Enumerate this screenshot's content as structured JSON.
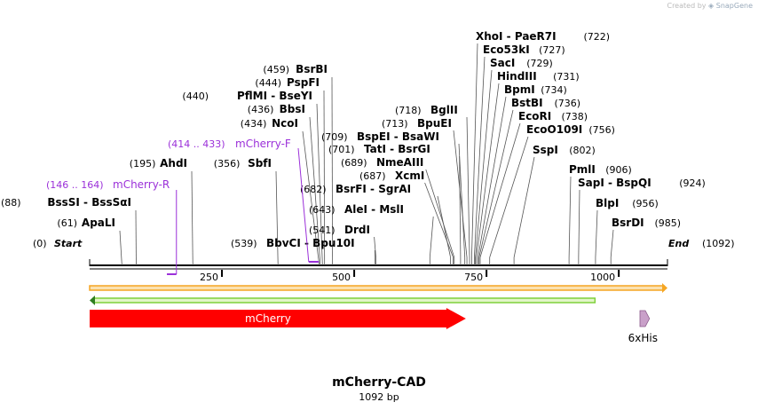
{
  "credit": {
    "prefix": "Created by",
    "brand": "SnapGene"
  },
  "title": "mCherry-CAD",
  "length_label": "1092 bp",
  "sequence_length": 1092,
  "ticks": [
    {
      "pos": 250,
      "label": "250"
    },
    {
      "pos": 500,
      "label": "500"
    },
    {
      "pos": 750,
      "label": "750"
    },
    {
      "pos": 1000,
      "label": "1000"
    }
  ],
  "ends": [
    {
      "coord": "(0)",
      "name": "Start",
      "pos": 0
    },
    {
      "coord": "(1092)",
      "name": "End",
      "pos": 1092
    }
  ],
  "sites_left": [
    {
      "coord": "(61)",
      "name": "ApaLI",
      "pos": 61
    },
    {
      "coord": "(88)",
      "name": "BssSI  -  BssSαI",
      "pos": 88
    },
    {
      "coord": "(195)",
      "name": "AhdI",
      "pos": 195
    },
    {
      "coord": "(356)",
      "name": "SbfI",
      "pos": 356
    },
    {
      "coord": "(434)",
      "name": "NcoI",
      "pos": 434
    },
    {
      "coord": "(436)",
      "name": "BbsI",
      "pos": 436
    },
    {
      "coord": "(440)",
      "name": "PflMI  -  BseYI",
      "pos": 440
    },
    {
      "coord": "(444)",
      "name": "PspFI",
      "pos": 444
    },
    {
      "coord": "(459)",
      "name": "BsrBI",
      "pos": 459
    }
  ],
  "sites_center": [
    {
      "coord": "(539)",
      "name": "BbvCI  -  Bpu10I",
      "pos": 539
    },
    {
      "coord": "(541)",
      "name": "DrdI",
      "pos": 541
    },
    {
      "coord": "(643)",
      "name": "AleI  -  MslI",
      "pos": 643
    },
    {
      "coord": "(682)",
      "name": "BsrFI  -  SgrAI",
      "pos": 682
    },
    {
      "coord": "(687)",
      "name": "XcmI",
      "pos": 687
    },
    {
      "coord": "(689)",
      "name": "NmeAIII",
      "pos": 689
    },
    {
      "coord": "(701)",
      "name": "TatI  -  BsrGI",
      "pos": 701
    },
    {
      "coord": "(709)",
      "name": "BspEI  -  BsaWI",
      "pos": 709
    },
    {
      "coord": "(713)",
      "name": "BpuEI",
      "pos": 713
    },
    {
      "coord": "(718)",
      "name": "BglII",
      "pos": 718
    }
  ],
  "sites_right": [
    {
      "coord": "(722)",
      "name": "XhoI  -  PaeR7I",
      "pos": 722
    },
    {
      "coord": "(727)",
      "name": "Eco53kI",
      "pos": 727
    },
    {
      "coord": "(729)",
      "name": "SacI",
      "pos": 729
    },
    {
      "coord": "(731)",
      "name": "HindIII",
      "pos": 731
    },
    {
      "coord": "(734)",
      "name": "BpmI",
      "pos": 734
    },
    {
      "coord": "(736)",
      "name": "BstBI",
      "pos": 736
    },
    {
      "coord": "(738)",
      "name": "EcoRI",
      "pos": 738
    },
    {
      "coord": "(756)",
      "name": "EcoO109I",
      "pos": 756
    },
    {
      "coord": "(802)",
      "name": "SspI",
      "pos": 802
    },
    {
      "coord": "(906)",
      "name": "PmlI",
      "pos": 906
    },
    {
      "coord": "(924)",
      "name": "SapI  -  BspQI",
      "pos": 924
    },
    {
      "coord": "(956)",
      "name": "BlpI",
      "pos": 956
    },
    {
      "coord": "(985)",
      "name": "BsrDI",
      "pos": 985
    }
  ],
  "primers": [
    {
      "range": "(146 .. 164)",
      "name": "mCherry-R",
      "start": 146,
      "end": 164,
      "color": "#9b30d9"
    },
    {
      "range": "(414 .. 433)",
      "name": "mCherry-F",
      "start": 414,
      "end": 433,
      "color": "#9b30d9"
    }
  ],
  "features": [
    {
      "name": "",
      "kind": "orange-strand",
      "start": 0,
      "end": 1092,
      "color": "#f5a623",
      "direction": "forward"
    },
    {
      "name": "",
      "kind": "green-strand",
      "start": 0,
      "end": 955,
      "color": "#7fd13b",
      "direction": "reverse"
    },
    {
      "name": "mCherry",
      "kind": "gene",
      "start": 0,
      "end": 711,
      "color": "#ff0000",
      "direction": "forward"
    },
    {
      "name": "6xHis",
      "kind": "tag",
      "start": 1040,
      "end": 1058,
      "color": "#c9a0c9",
      "direction": "forward"
    }
  ]
}
